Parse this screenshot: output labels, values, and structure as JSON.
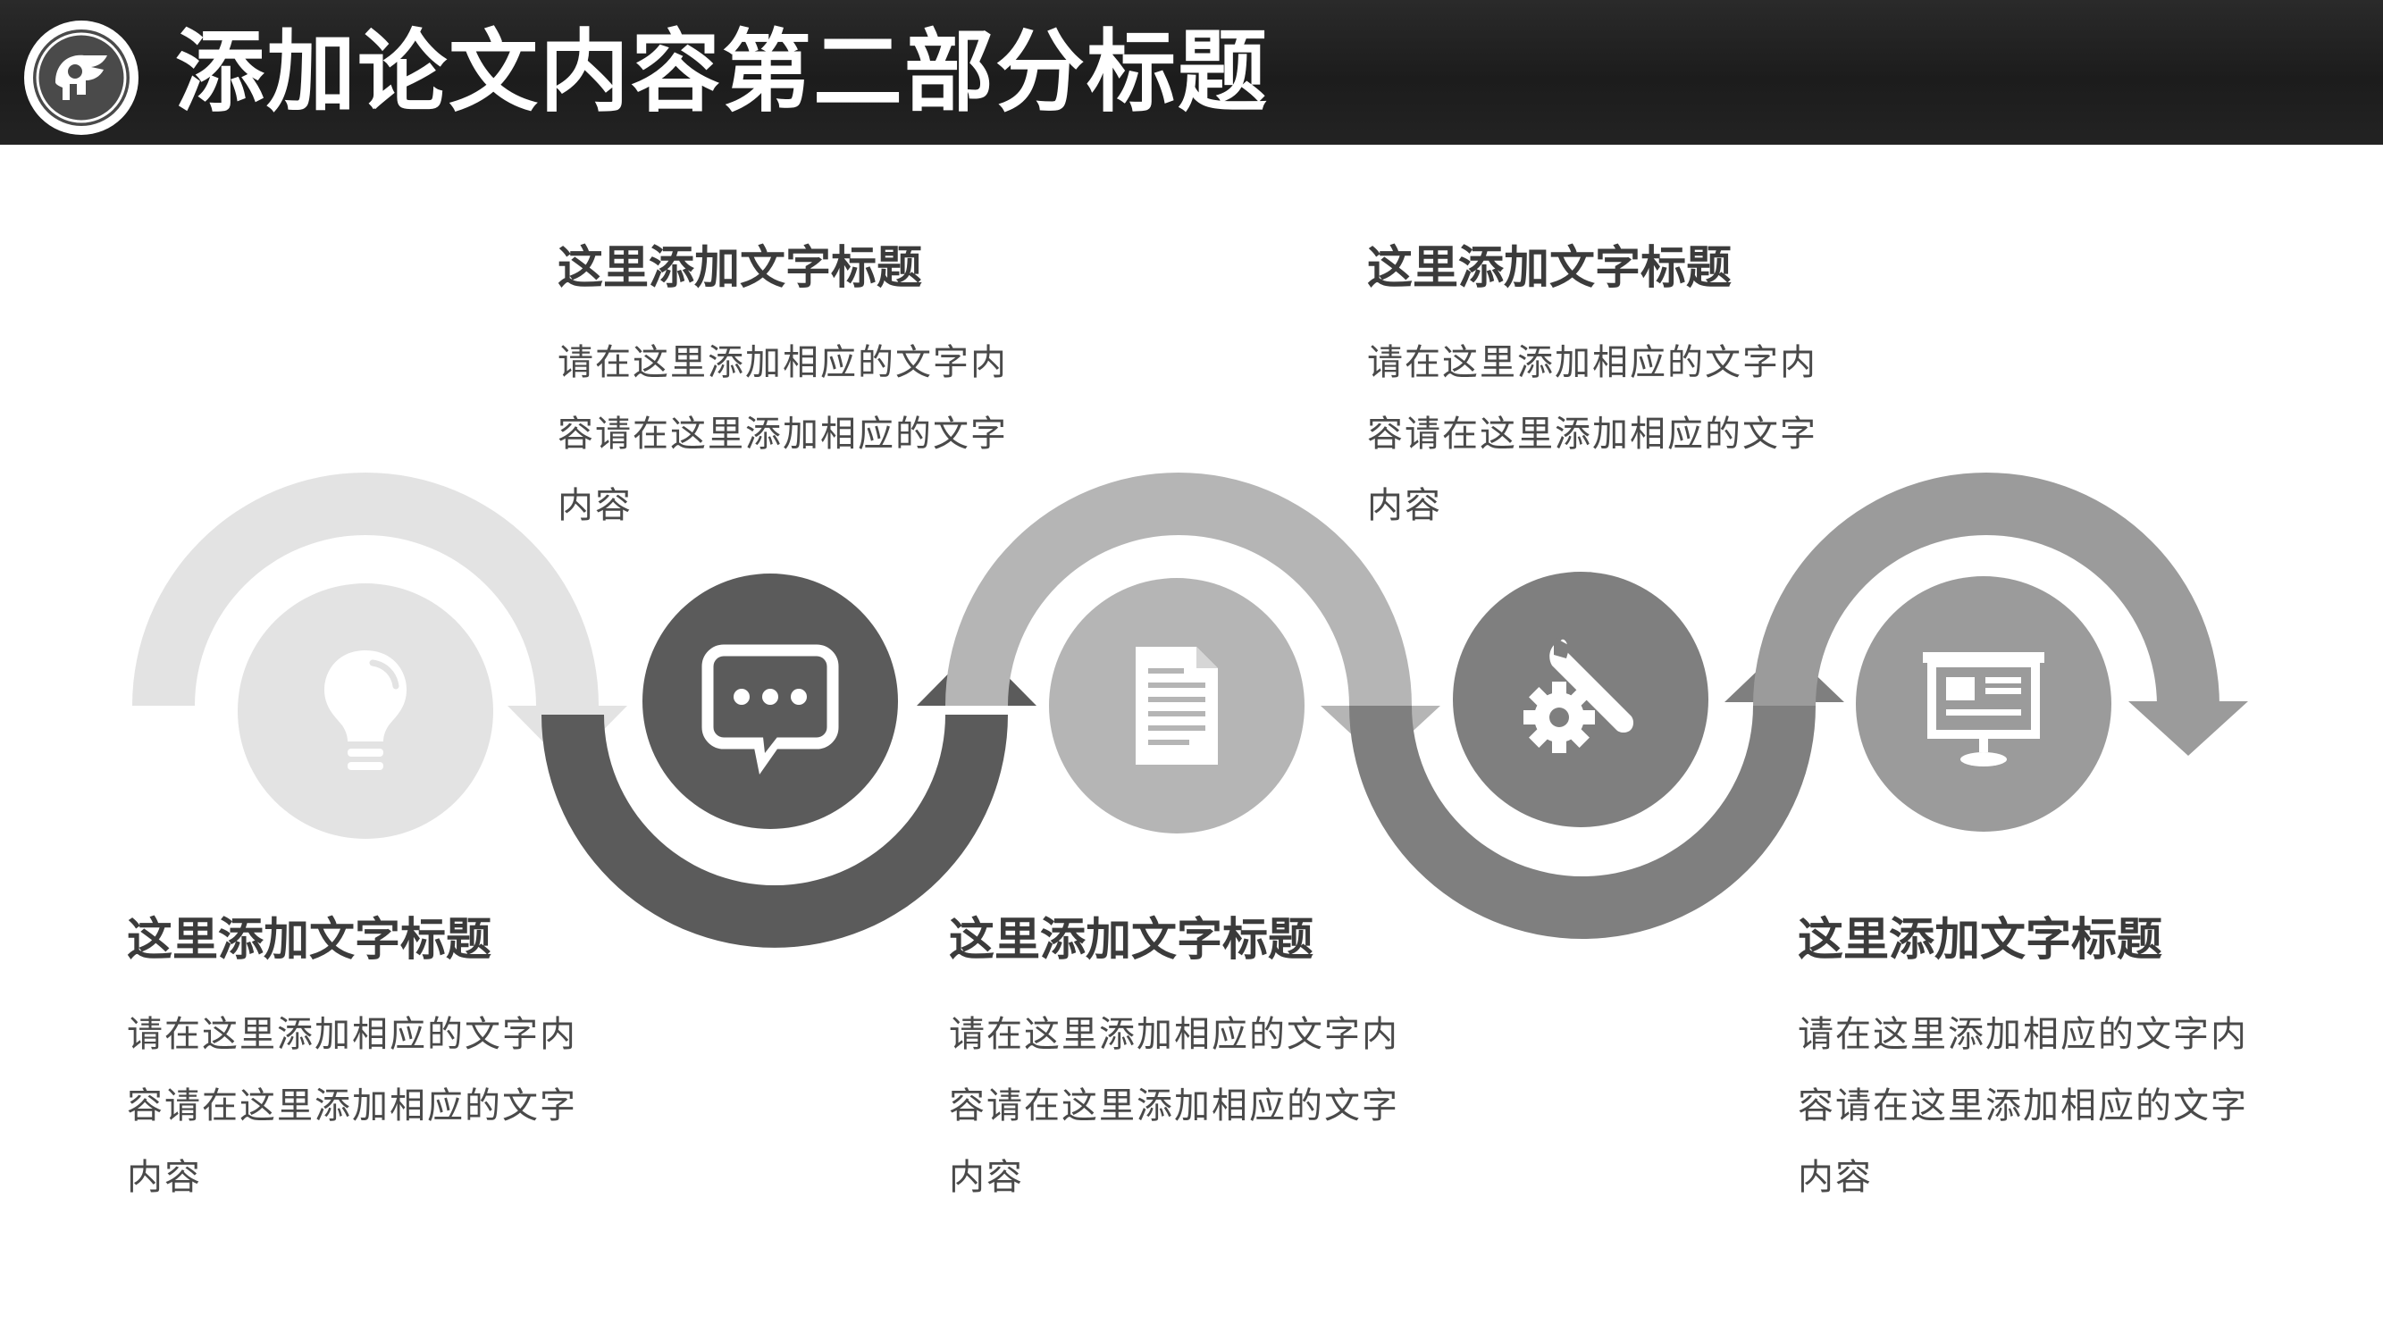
{
  "header": {
    "title": "添加论文内容第二部分标题",
    "logo_icon": "school-badge-icon"
  },
  "colors": {
    "header_bg": "#1f1f1f",
    "step1": "#e3e3e3",
    "step2": "#5b5b5b",
    "step3": "#b5b5b5",
    "step4": "#7f7f7f",
    "step5": "#9b9b9b",
    "text_title": "#3b3b3b",
    "text_body": "#4a4a4a"
  },
  "steps": [
    {
      "icon": "lightbulb-icon",
      "title": "这里添加文字标题",
      "body": "请在这里添加相应的文字内容请在这里添加相应的文字内容"
    },
    {
      "icon": "chat-bubble-icon",
      "title": "这里添加文字标题",
      "body": "请在这里添加相应的文字内容请在这里添加相应的文字内容"
    },
    {
      "icon": "document-icon",
      "title": "这里添加文字标题",
      "body": "请在这里添加相应的文字内容请在这里添加相应的文字内容"
    },
    {
      "icon": "wrench-gear-icon",
      "title": "这里添加文字标题",
      "body": "请在这里添加相应的文字内容请在这里添加相应的文字内容"
    },
    {
      "icon": "presentation-board-icon",
      "title": "这里添加文字标题",
      "body": "请在这里添加相应的文字内容请在这里添加相应的文字内容"
    }
  ]
}
